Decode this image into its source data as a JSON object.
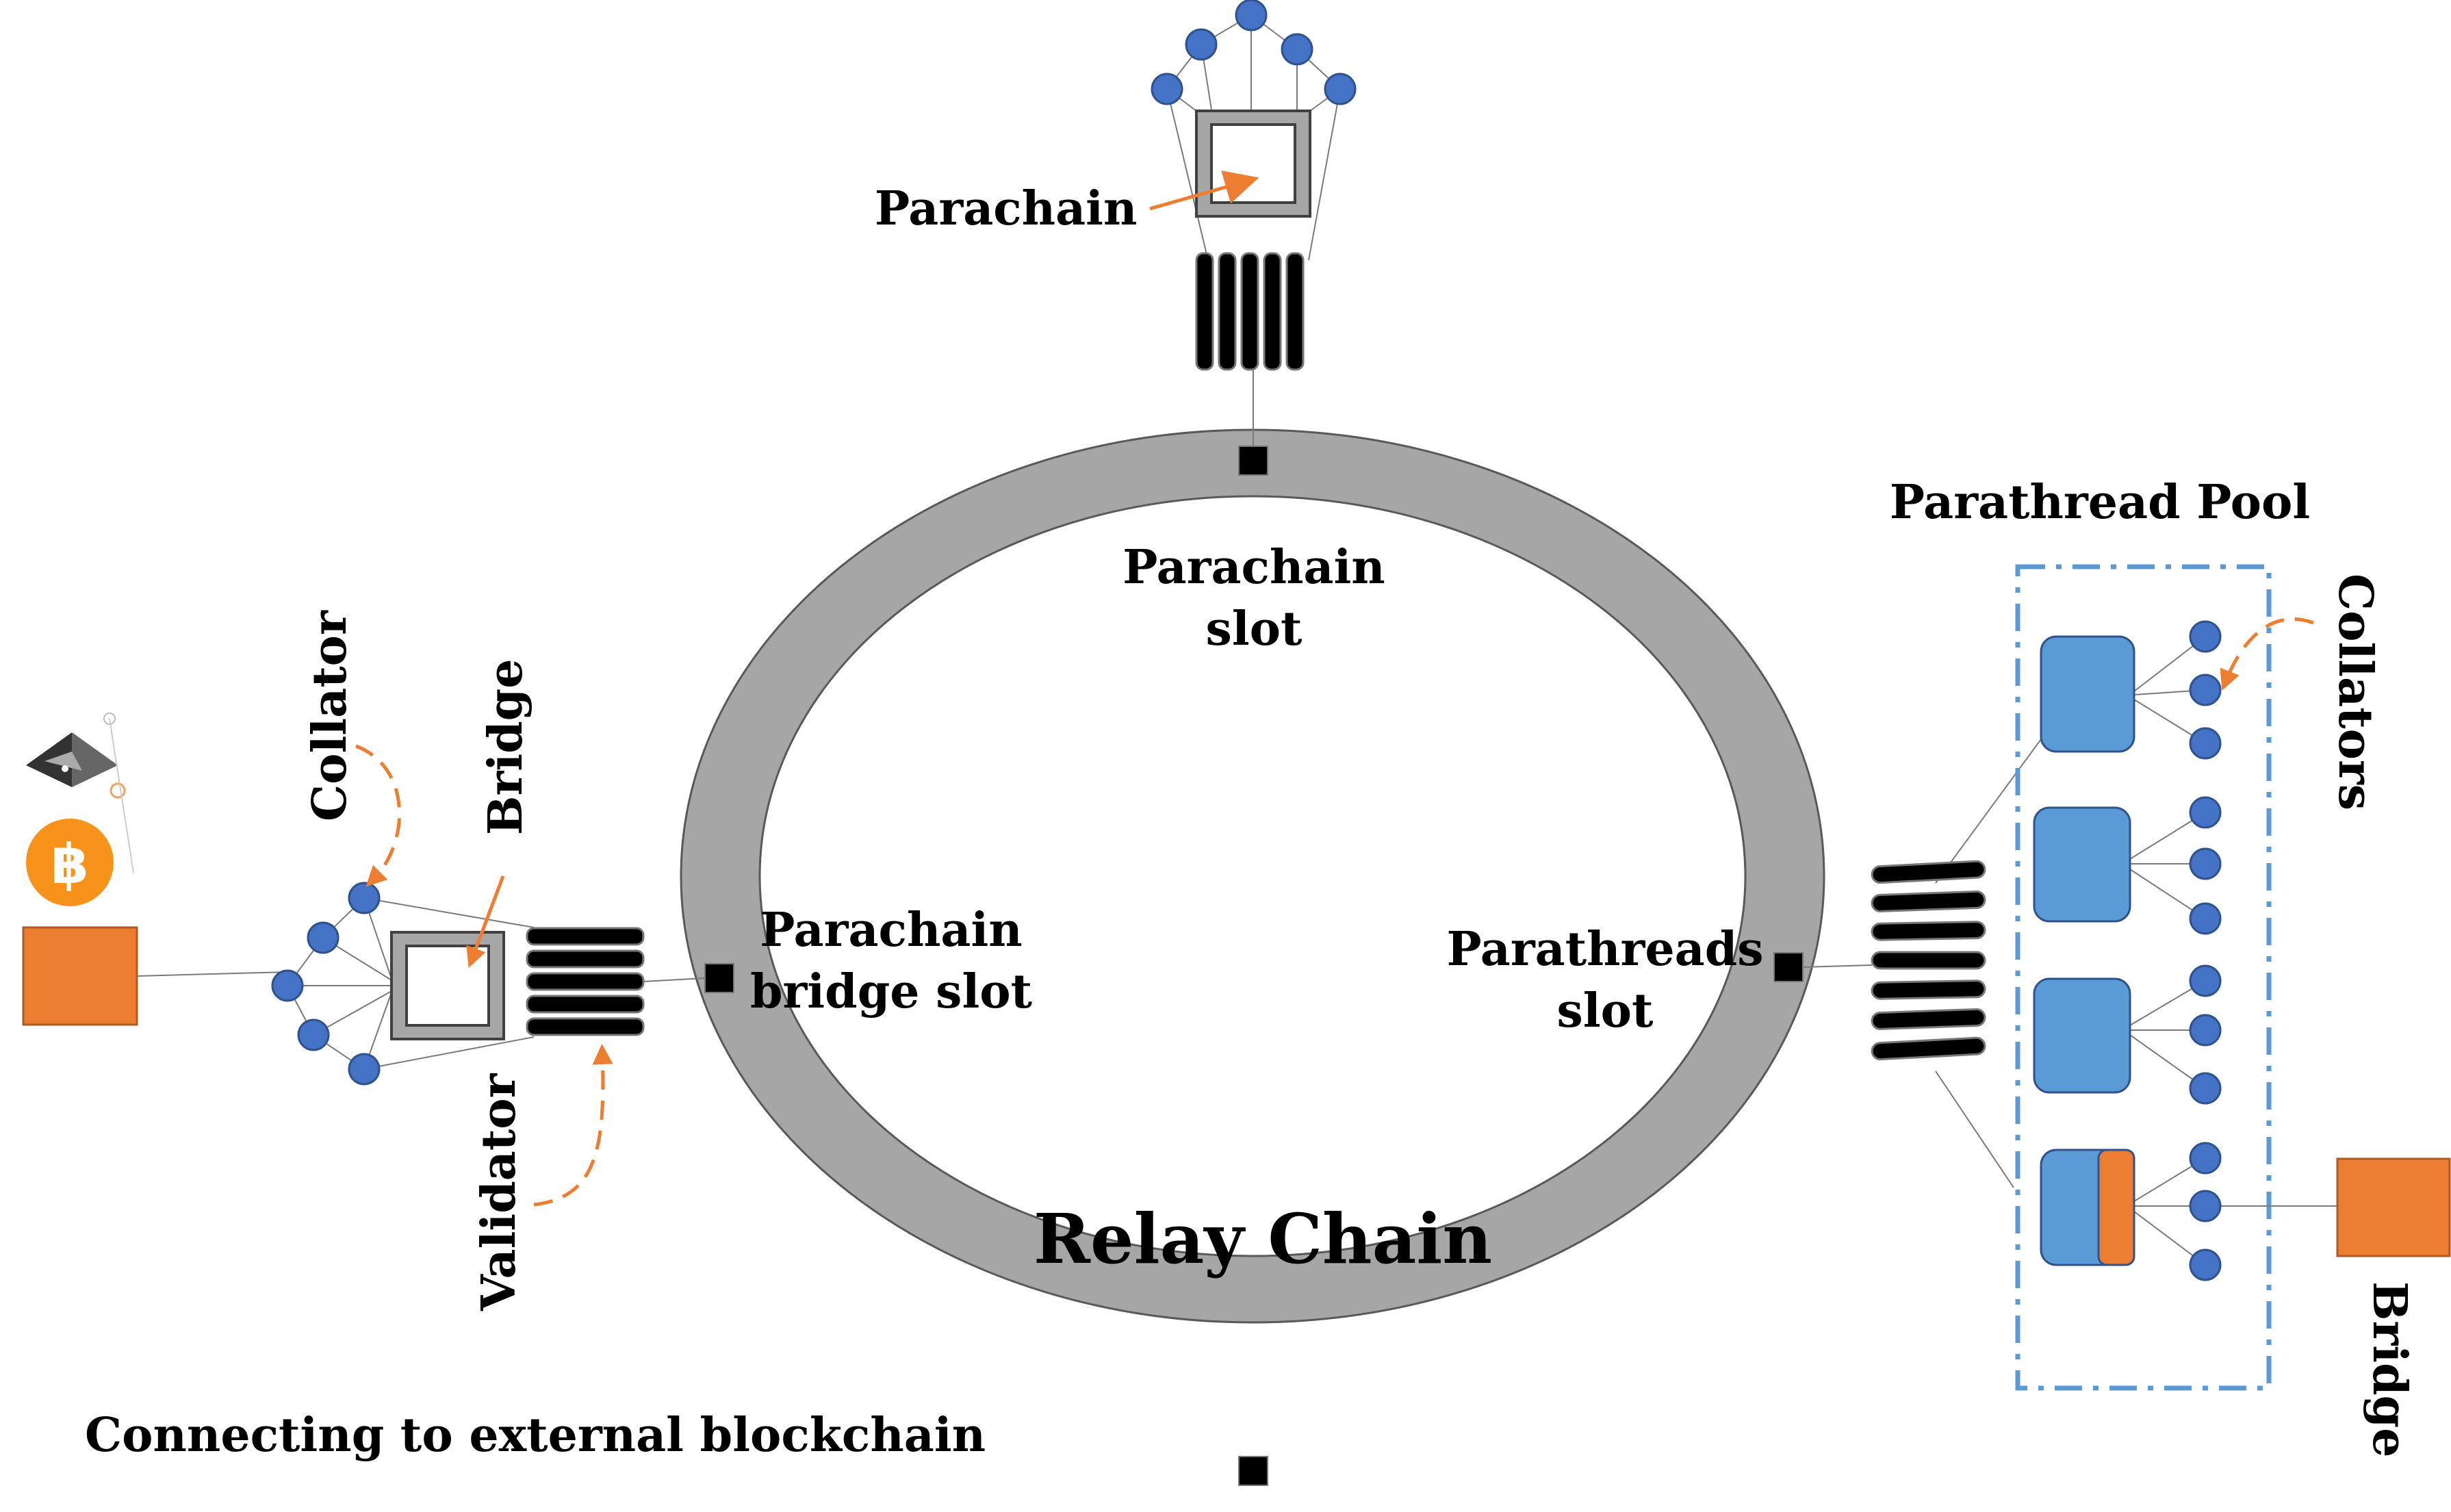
{
  "labels": {
    "parachain": "Parachain",
    "parachain_slot_1": "Parachain",
    "parachain_slot_2": "slot",
    "parathread_pool": "Parathread Pool",
    "collators": "Collators",
    "collator": "Collator",
    "bridge_left": "Bridge",
    "bridge_right": "Bridge",
    "validator": "Validator",
    "parachain_bridge_slot_1": "Parachain",
    "parachain_bridge_slot_2": "bridge slot",
    "parathreads_slot_1": "Parathreads",
    "parathreads_slot_2": "slot",
    "relay_chain": "Relay Chain",
    "connecting": "Connecting to external blockchain"
  },
  "icons": {
    "bitcoin": "bitcoin-logo-icon",
    "ethereum": "ethereum-logo-icon"
  },
  "colors": {
    "relay_ring": "#a6a6a6",
    "node_blue": "#4472c4",
    "parathread_blue": "#5b9bd5",
    "accent_orange": "#ed7d31",
    "block_black": "#000000"
  }
}
